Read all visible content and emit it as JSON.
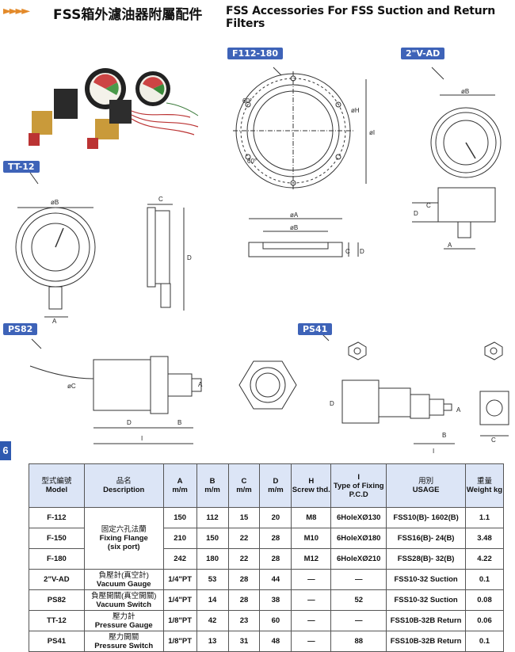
{
  "header": {
    "arrows": "►►►►",
    "title_cn": "FSS箱外濾油器附屬配件",
    "title_en": "FSS Accessories For FSS Suction and Return Filters"
  },
  "tags": {
    "f112": "F112-180",
    "v_ad": "2\"V-AD",
    "tt12": "TT-12",
    "ps82": "PS82",
    "ps41": "PS41"
  },
  "page_number": "6",
  "dims": {
    "phiB": "øB",
    "phiA": "øA",
    "phiC": "øC",
    "phiH": "øH",
    "phiI": "øI",
    "A": "A",
    "B": "B",
    "C": "C",
    "D": "D",
    "I": "I",
    "sixty": "60°"
  },
  "table": {
    "headers": [
      {
        "cn": "型式編號",
        "en": "Model"
      },
      {
        "cn": "品名",
        "en": "Description"
      },
      {
        "cn": "A",
        "en": "m/m"
      },
      {
        "cn": "B",
        "en": "m/m"
      },
      {
        "cn": "C",
        "en": "m/m"
      },
      {
        "cn": "D",
        "en": "m/m"
      },
      {
        "cn": "H",
        "en": "Screw thd."
      },
      {
        "cn": "I",
        "en": "Type of Fixing P.C.D"
      },
      {
        "cn": "用別",
        "en": "USAGE"
      },
      {
        "cn": "重量",
        "en": "Weight kg"
      }
    ],
    "flange_desc": {
      "cn": "固定六孔法蘭",
      "en1": "Fixing Flange",
      "en2": "(six port)"
    },
    "rows": [
      {
        "model": "F-112",
        "a": "150",
        "b": "112",
        "c": "15",
        "d": "20",
        "h": "M8",
        "i": "6HoleXØ130",
        "usage": "FSS10(B)- 1602(B)",
        "weight": "1.1"
      },
      {
        "model": "F-150",
        "a": "210",
        "b": "150",
        "c": "22",
        "d": "28",
        "h": "M10",
        "i": "6HoleXØ180",
        "usage": "FSS16(B)- 24(B)",
        "weight": "3.48"
      },
      {
        "model": "F-180",
        "a": "242",
        "b": "180",
        "c": "22",
        "d": "28",
        "h": "M12",
        "i": "6HoleXØ210",
        "usage": "FSS28(B)- 32(B)",
        "weight": "4.22"
      },
      {
        "model": "2\"V-AD",
        "desc_cn": "負壓計(真空計)",
        "desc_en": "Vacuum Gauge",
        "a": "1/4\"PT",
        "b": "53",
        "c": "28",
        "d": "44",
        "h": "—",
        "i": "—",
        "usage": "FSS10-32 Suction",
        "weight": "0.1"
      },
      {
        "model": "PS82",
        "desc_cn": "負壓開關(真空開關)",
        "desc_en": "Vacuum Switch",
        "a": "1/4\"PT",
        "b": "14",
        "c": "28",
        "d": "38",
        "h": "—",
        "i": "52",
        "usage": "FSS10-32 Suction",
        "weight": "0.08"
      },
      {
        "model": "TT-12",
        "desc_cn": "壓力計",
        "desc_en": "Pressure Gauge",
        "a": "1/8\"PT",
        "b": "42",
        "c": "23",
        "d": "60",
        "h": "—",
        "i": "—",
        "usage": "FSS10B-32B Return",
        "weight": "0.06"
      },
      {
        "model": "PS41",
        "desc_cn": "壓力開關",
        "desc_en": "Pressure Switch",
        "a": "1/8\"PT",
        "b": "13",
        "c": "31",
        "d": "48",
        "h": "—",
        "i": "88",
        "usage": "FSS10B-32B Return",
        "weight": "0.1"
      }
    ]
  }
}
